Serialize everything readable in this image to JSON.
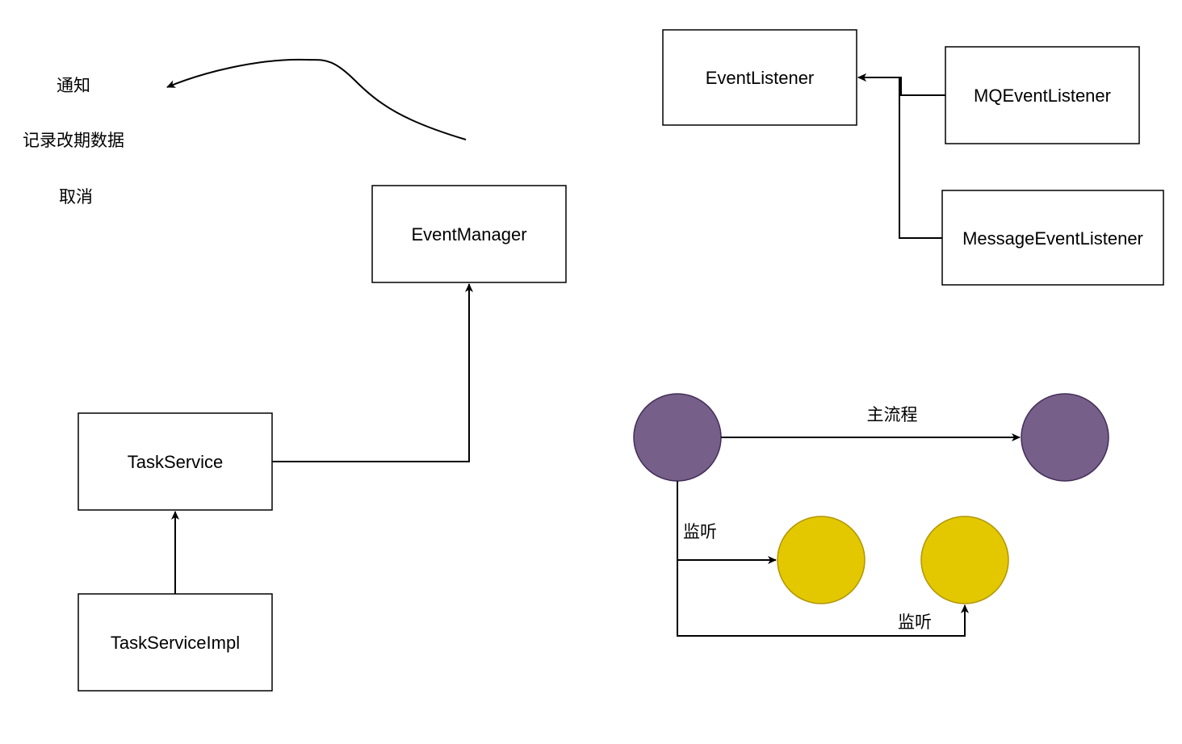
{
  "notes": {
    "notify": "通知",
    "record_change_data": "记录改期数据",
    "cancel": "取消"
  },
  "boxes": {
    "event_listener": "EventListener",
    "mq_event_listener": "MQEventListener",
    "message_event_listener": "MessageEventListener",
    "event_manager": "EventManager",
    "task_service": "TaskService",
    "task_service_impl": "TaskServiceImpl"
  },
  "flow": {
    "main_flow_label": "主流程",
    "listen_label_1": "监听",
    "listen_label_2": "监听"
  },
  "colors": {
    "stroke": "#000000",
    "main_node_fill": "#76608a",
    "main_node_stroke": "#432d57",
    "listener_node_fill": "#e3c800",
    "listener_node_stroke": "#b09500"
  }
}
